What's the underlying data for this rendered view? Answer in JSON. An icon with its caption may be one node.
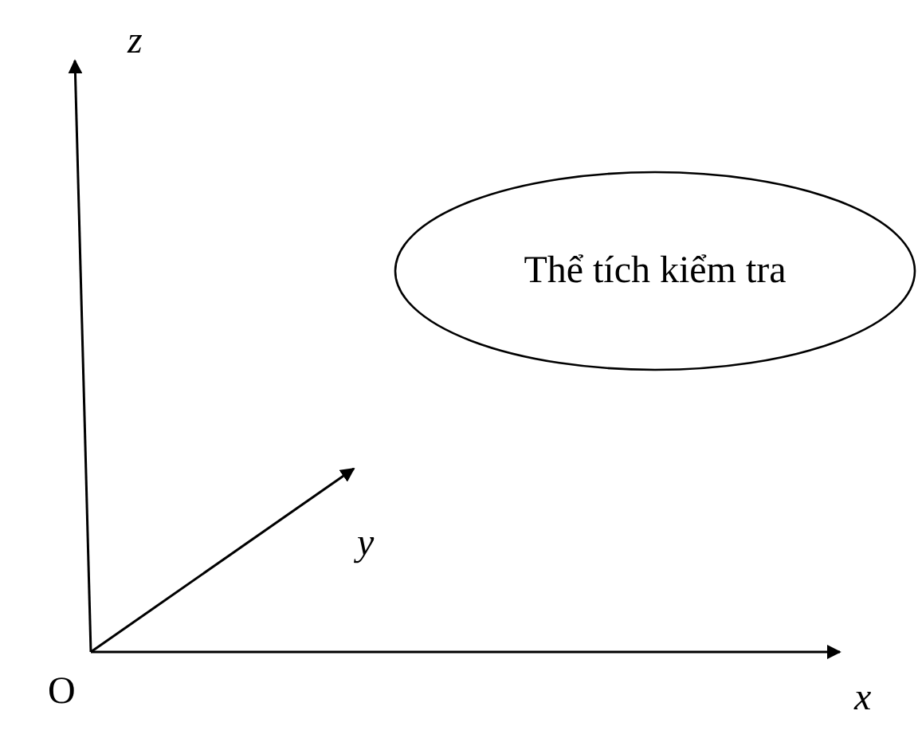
{
  "diagram": {
    "nodes": [
      {
        "text": [
          "Thể tích kiểm tra"
        ]
      }
    ],
    "edges": [],
    "labels": [
      "z",
      "y",
      "x",
      "O"
    ]
  }
}
